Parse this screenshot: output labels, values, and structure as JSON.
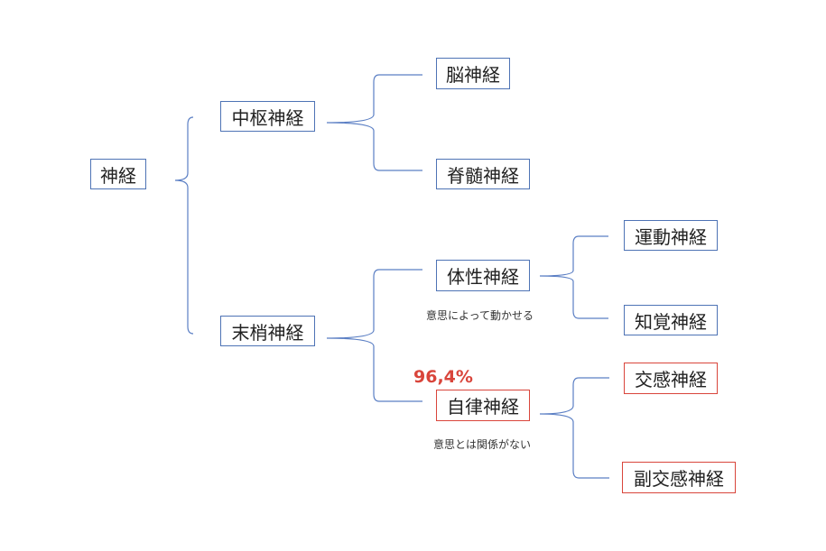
{
  "nodes": {
    "nerve": "神経",
    "central": "中枢神経",
    "brain": "脳神経",
    "spinal": "脊髄神経",
    "peripheral": "末梢神経",
    "somatic": "体性神経",
    "motor": "運動神経",
    "sensory": "知覚神経",
    "autonomic": "自律神経",
    "sympathetic": "交感神経",
    "parasympathetic": "副交感神経"
  },
  "notes": {
    "somatic": "意思によって動かせる",
    "autonomic": "意思とは関係がない"
  },
  "stat": "96,4%",
  "colors": {
    "line": "#5b7fc4",
    "box_border": "#4e73b5",
    "highlight_border": "#d9453b",
    "stat_text": "#d9453b"
  }
}
